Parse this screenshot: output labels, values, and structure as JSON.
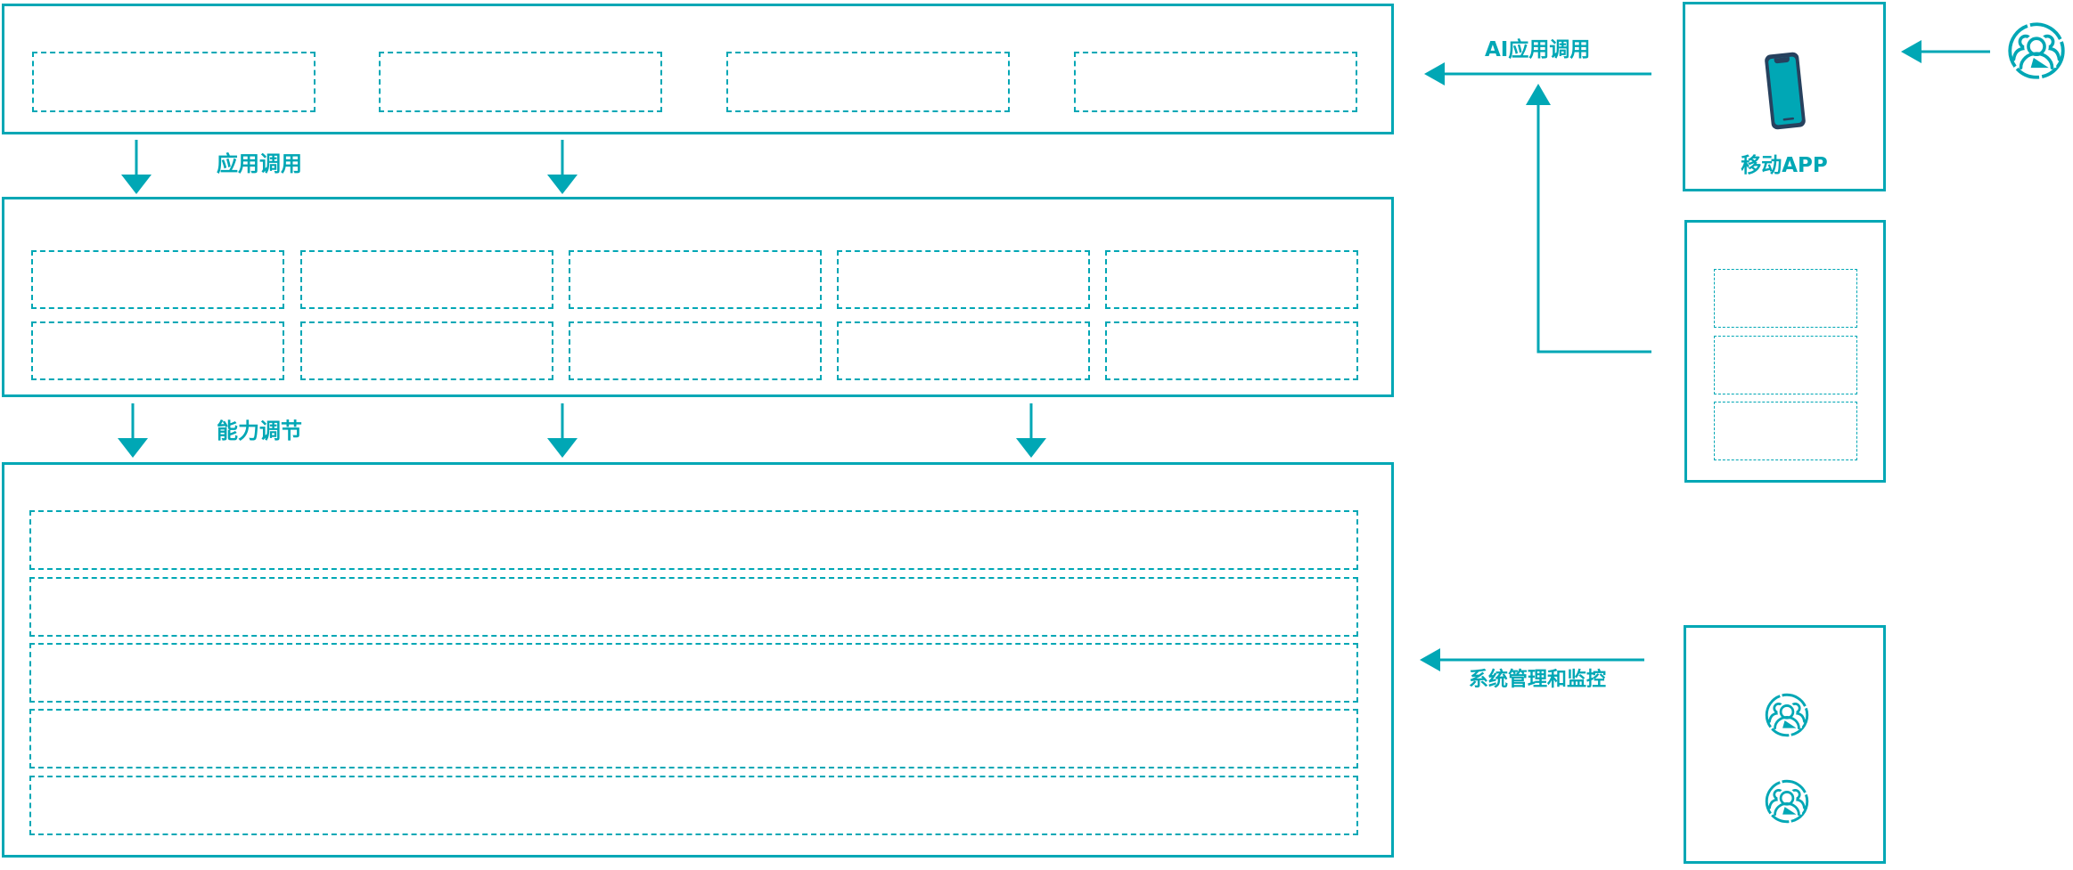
{
  "labels": {
    "app_call": "应用调用",
    "capability_adjust": "能力调节",
    "ai_app_call": "AI应用调用",
    "mobile_app": "移动APP",
    "system_monitor": "系统管理和监控"
  },
  "colors": {
    "accent_teal": "#00a7b5",
    "phone_navy": "#27415e",
    "background": "#ffffff"
  },
  "icons": {
    "phone": "mobile-phone-icon",
    "users": "user-group-icon"
  },
  "structure": {
    "top_layer_placeholders": 4,
    "middle_layer_rows": 2,
    "middle_layer_cols": 5,
    "bottom_layer_rows": 5,
    "right_panel_placeholders": 3,
    "bottom_right_user_icons": 2
  }
}
